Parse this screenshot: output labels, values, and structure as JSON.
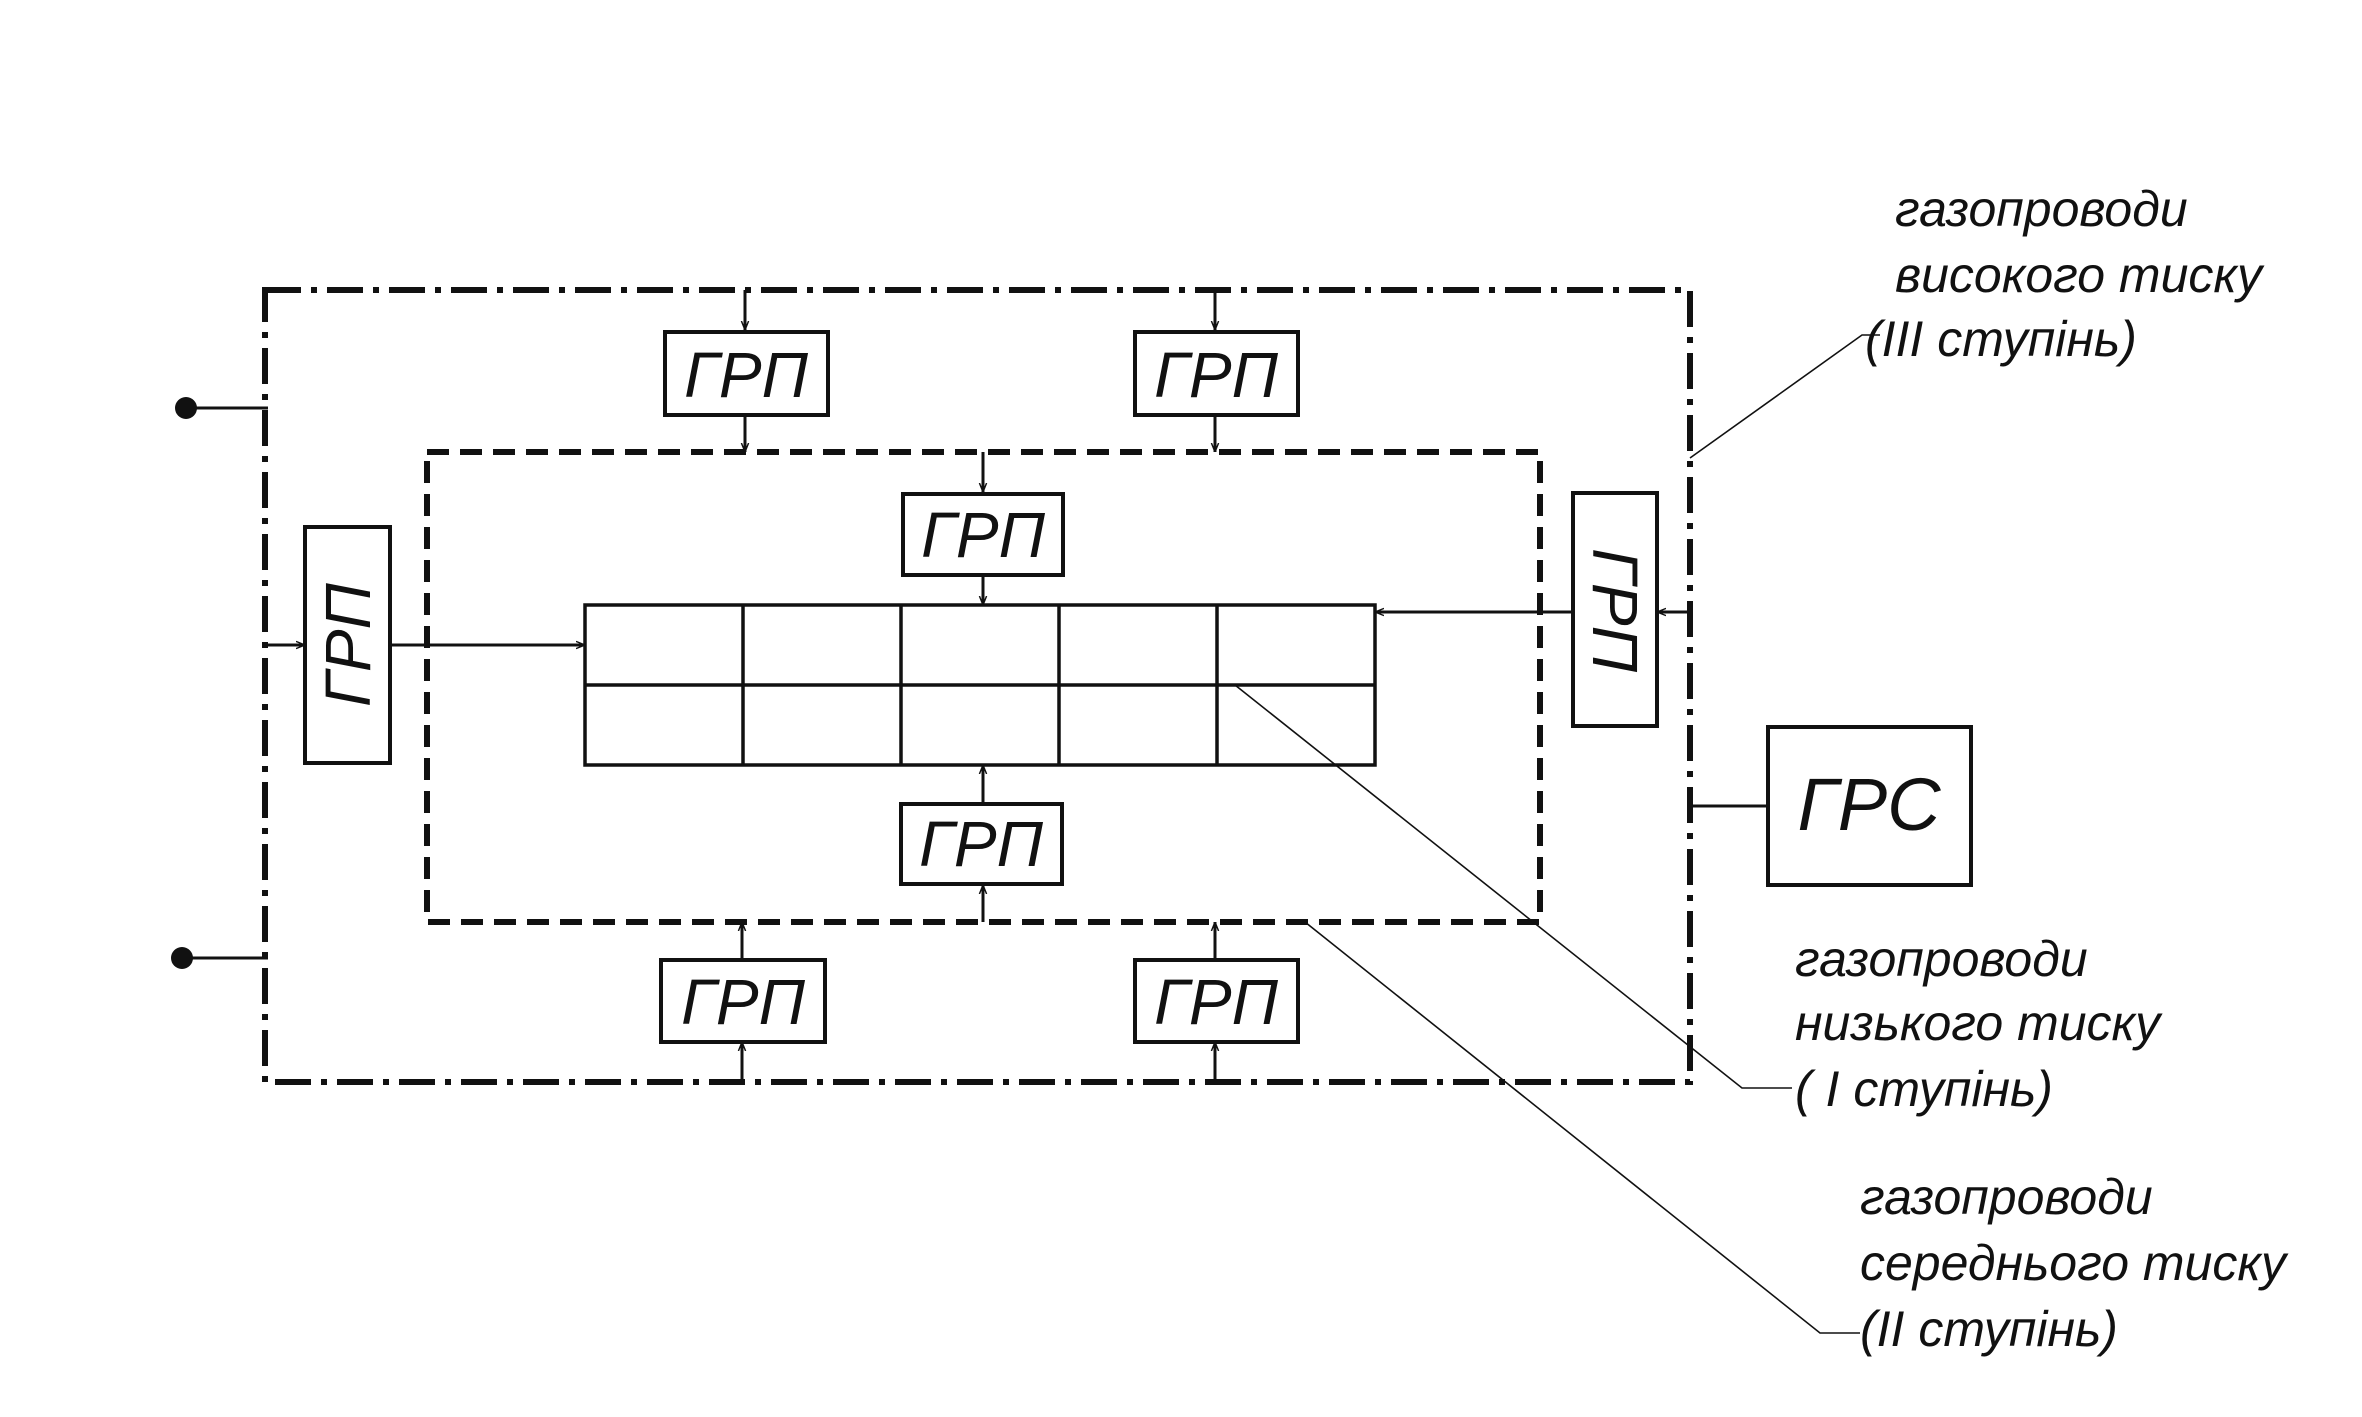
{
  "labels": {
    "grp": "ГРП",
    "grs": "ГРС"
  },
  "legend": {
    "high": [
      "газопроводи",
      "високого тиску",
      "(III ступінь)"
    ],
    "low": [
      "газопроводи",
      "низького тиску",
      "( I  ступінь)"
    ],
    "medium": [
      "газопроводи",
      "середнього тиску",
      "(II ступінь)"
    ]
  },
  "colors": {
    "line": "#111111",
    "background": "#ffffff"
  },
  "grid": {
    "rows": 2,
    "columns": 5
  }
}
